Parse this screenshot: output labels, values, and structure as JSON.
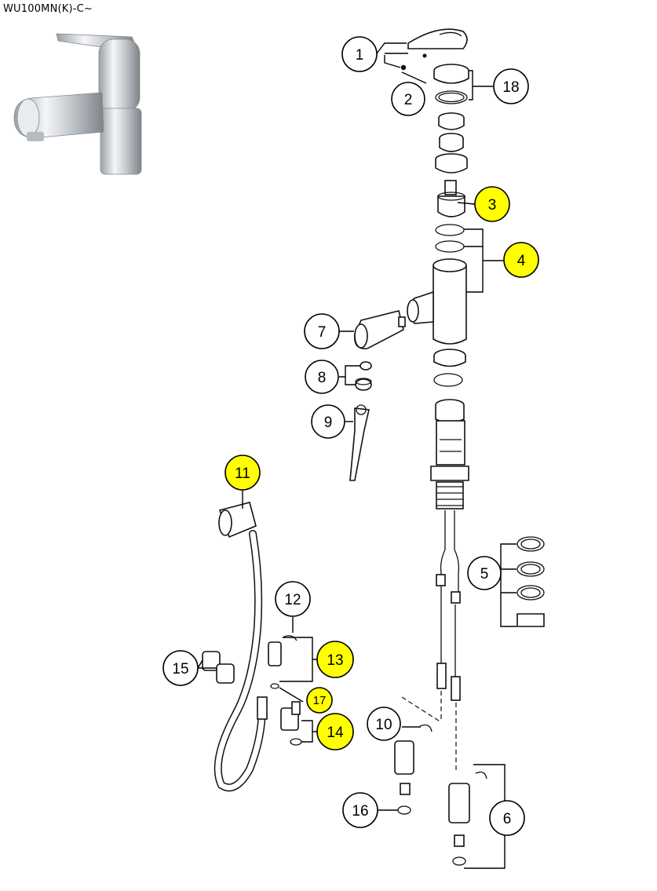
{
  "model_code": "WU100MN(K)-C~",
  "colors": {
    "highlight": "#ffff00",
    "normal": "#ffffff",
    "outline": "#000000"
  },
  "callouts": [
    {
      "id": "c1",
      "label": "1",
      "highlight": false
    },
    {
      "id": "c2",
      "label": "2",
      "highlight": false
    },
    {
      "id": "c3",
      "label": "3",
      "highlight": true
    },
    {
      "id": "c4",
      "label": "4",
      "highlight": true
    },
    {
      "id": "c5",
      "label": "5",
      "highlight": false
    },
    {
      "id": "c6",
      "label": "6",
      "highlight": false
    },
    {
      "id": "c7",
      "label": "7",
      "highlight": false
    },
    {
      "id": "c8",
      "label": "8",
      "highlight": false
    },
    {
      "id": "c9",
      "label": "9",
      "highlight": false
    },
    {
      "id": "c10",
      "label": "10",
      "highlight": false
    },
    {
      "id": "c11",
      "label": "11",
      "highlight": true
    },
    {
      "id": "c12",
      "label": "12",
      "highlight": false
    },
    {
      "id": "c13",
      "label": "13",
      "highlight": true
    },
    {
      "id": "c14",
      "label": "14",
      "highlight": true
    },
    {
      "id": "c15",
      "label": "15",
      "highlight": false
    },
    {
      "id": "c16",
      "label": "16",
      "highlight": false
    },
    {
      "id": "c17",
      "label": "17",
      "highlight": true
    },
    {
      "id": "c18",
      "label": "18",
      "highlight": false
    }
  ]
}
